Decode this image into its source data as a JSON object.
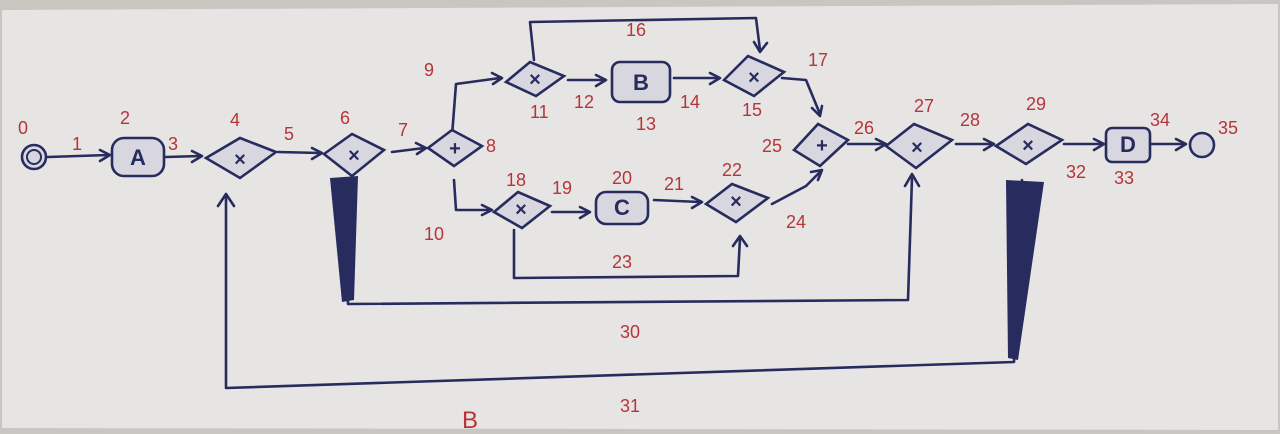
{
  "colors": {
    "ink": "#272b5e",
    "number_ink": "#b7343a",
    "paper": "#e6e5e3"
  },
  "nodes": {
    "start": {
      "id": "0"
    },
    "task_a": {
      "id": "2",
      "label": "A"
    },
    "g4": {
      "id": "4",
      "symbol": "×"
    },
    "g6": {
      "id": "6",
      "symbol": "×"
    },
    "g8": {
      "id": "8",
      "symbol": "+"
    },
    "g11": {
      "id": "11",
      "symbol": "×"
    },
    "task_b": {
      "id": "13",
      "label": "B"
    },
    "g15": {
      "id": "15",
      "symbol": "×"
    },
    "g18": {
      "id": "18",
      "symbol": "×"
    },
    "task_c": {
      "id": "20",
      "label": "C"
    },
    "g22": {
      "id": "22",
      "symbol": "×"
    },
    "g25": {
      "id": "25",
      "symbol": "+"
    },
    "g27": {
      "id": "27",
      "symbol": "×"
    },
    "g29": {
      "id": "29",
      "symbol": "×"
    },
    "task_d": {
      "id": "33",
      "label": "D"
    },
    "end": {
      "id": "35"
    }
  },
  "edges": {
    "e1": "1",
    "e3": "3",
    "e5": "5",
    "e7": "7",
    "e9": "9",
    "e10": "10",
    "e12": "12",
    "e14": "14",
    "e16": "16",
    "e17": "17",
    "e19": "19",
    "e21": "21",
    "e23": "23",
    "e24": "24",
    "e26": "26",
    "e28": "28",
    "e30": "30",
    "e31": "31",
    "e32": "32",
    "e34": "34"
  },
  "caption": "B"
}
